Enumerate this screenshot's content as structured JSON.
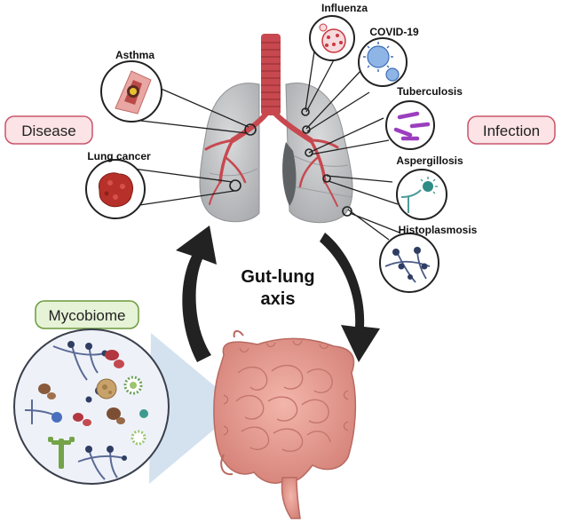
{
  "tags": {
    "disease": "Disease",
    "infection": "Infection",
    "mycobiome": "Mycobiome"
  },
  "center": {
    "line1": "Gut-lung",
    "line2": "axis"
  },
  "diseases": [
    {
      "label": "Asthma"
    },
    {
      "label": "Lung cancer"
    }
  ],
  "infections": [
    {
      "label": "Influenza"
    },
    {
      "label": "COVID-19"
    },
    {
      "label": "Tuberculosis"
    },
    {
      "label": "Aspergillosis"
    },
    {
      "label": "Histoplasmosis"
    }
  ],
  "colors": {
    "disease_tag_fill": "#fbe3e6",
    "disease_tag_border": "#c9556a",
    "mycobiome_tag_fill": "#e6f3d7",
    "mycobiome_tag_border": "#6b9a3c",
    "lung": "#c7c9cc",
    "airway": "#c8484f",
    "gut": "#e59a90",
    "arrow": "#222222",
    "inset_fill": "#eef2f8"
  },
  "icons": [
    "lungs-icon",
    "intestine-icon",
    "virus-icon",
    "bacteria-icon",
    "fungus-icon",
    "airway-icon",
    "tumor-icon"
  ]
}
